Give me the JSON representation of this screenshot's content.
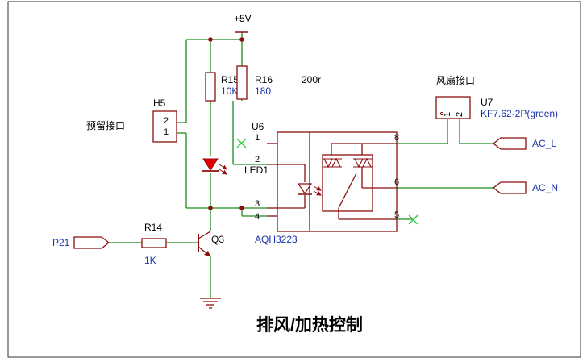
{
  "title": "排风/加热控制",
  "power": "+5V",
  "h5": {
    "designator": "H5",
    "name": "预留接口",
    "pin2": "2",
    "pin1": "1"
  },
  "r15": {
    "designator": "R15",
    "value": "10K"
  },
  "r16": {
    "designator": "R16",
    "value": "180"
  },
  "note_200r": "200r",
  "led1": {
    "designator": "LED1"
  },
  "u6": {
    "designator": "U6",
    "part": "AQH3223",
    "pin1": "1",
    "pin2": "2",
    "pin3": "3",
    "pin4": "4",
    "pin5": "5",
    "pin6": "6",
    "pin8": "8"
  },
  "u7": {
    "designator": "U7",
    "part": "KF7.62-2P(green)",
    "name": "风扇接口",
    "pin1": "1",
    "pin2": "2"
  },
  "net_ac_l": "AC_L",
  "net_ac_n": "AC_N",
  "net_p21": "P21",
  "r14": {
    "designator": "R14",
    "value": "1K"
  },
  "q3": {
    "designator": "Q3"
  },
  "colors": {
    "wire": "#1c8c1c",
    "component": "#8b0f0f",
    "value_text": "#1a33a8",
    "no_connect": "#2ecc40"
  }
}
